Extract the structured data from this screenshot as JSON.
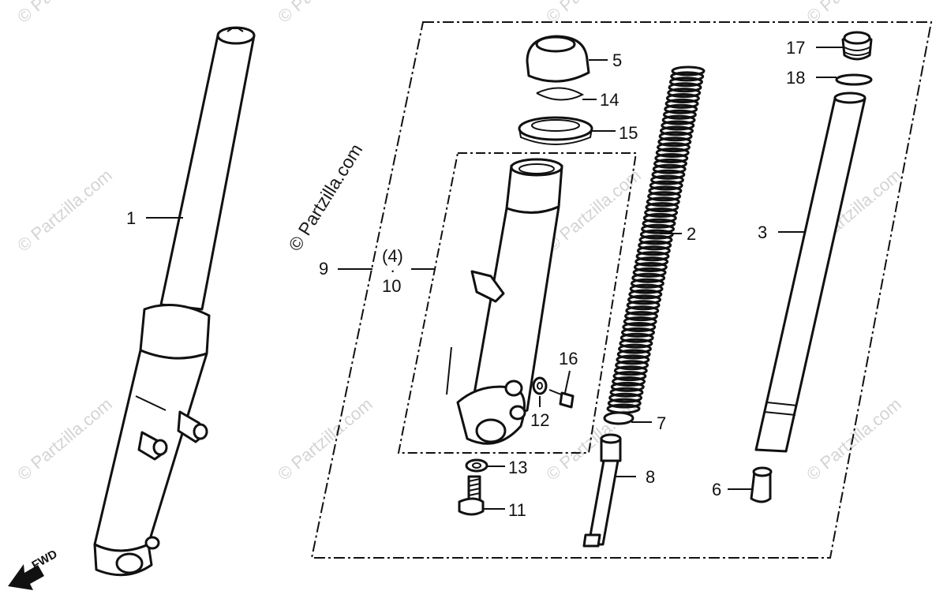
{
  "watermarks": {
    "main": "© Partzilla.com",
    "faint": "© Partzilla.com"
  },
  "fwd_label": "FWD",
  "callouts": {
    "c1": "1",
    "c2": "2",
    "c3": "3",
    "c4": "(4)",
    "c4dot": "·",
    "c5": "5",
    "c6": "6",
    "c7": "7",
    "c8": "8",
    "c9": "9",
    "c10": "10",
    "c11": "11",
    "c12": "12",
    "c13": "13",
    "c14": "14",
    "c15": "15",
    "c16": "16",
    "c17": "17",
    "c18": "18"
  }
}
